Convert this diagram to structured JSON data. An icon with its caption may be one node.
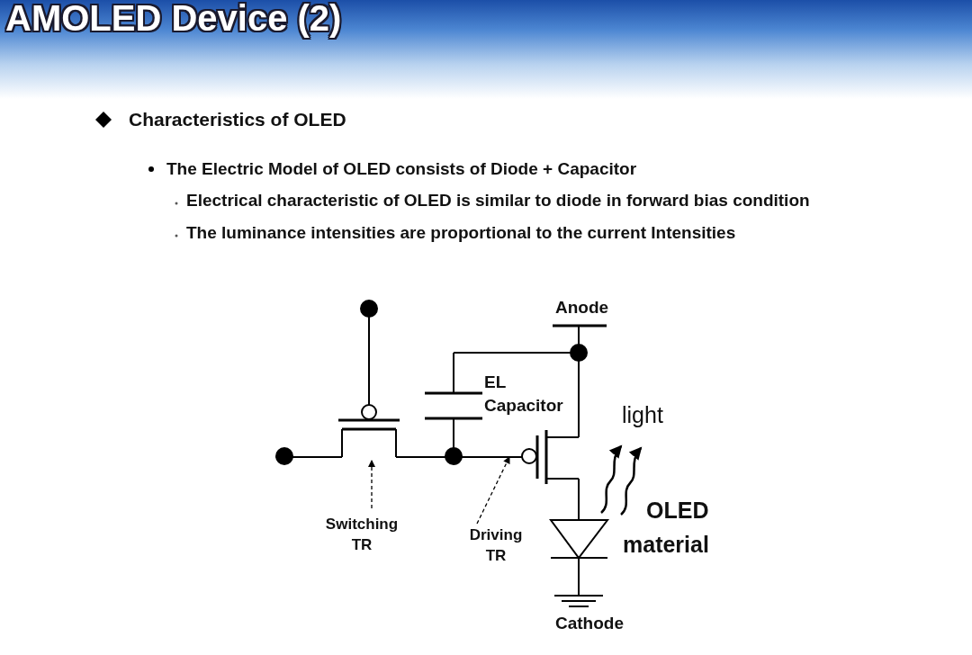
{
  "diagram": {
    "title": "AMOLED Device (2)",
    "nodes": [
      {
        "text": [
          "Switching TR"
        ]
      },
      {
        "text": [
          "Driving TR"
        ]
      }
    ],
    "edges": [
      {
        "from": 0,
        "to": null,
        "arrow": "to",
        "style": "dashed"
      },
      {
        "from": 1,
        "to": null,
        "arrow": "to",
        "style": "dashed"
      }
    ],
    "labels": [
      "Characteristics of OLED",
      "The Electric Model of OLED consists of Diode + Capacitor",
      "Electrical characteristic of OLED is similar to diode in forward bias condition",
      "The luminance intensities are proportional to the current Intensities",
      "Anode",
      "EL Capacitor",
      "light",
      "OLED material",
      "Cathode"
    ]
  }
}
